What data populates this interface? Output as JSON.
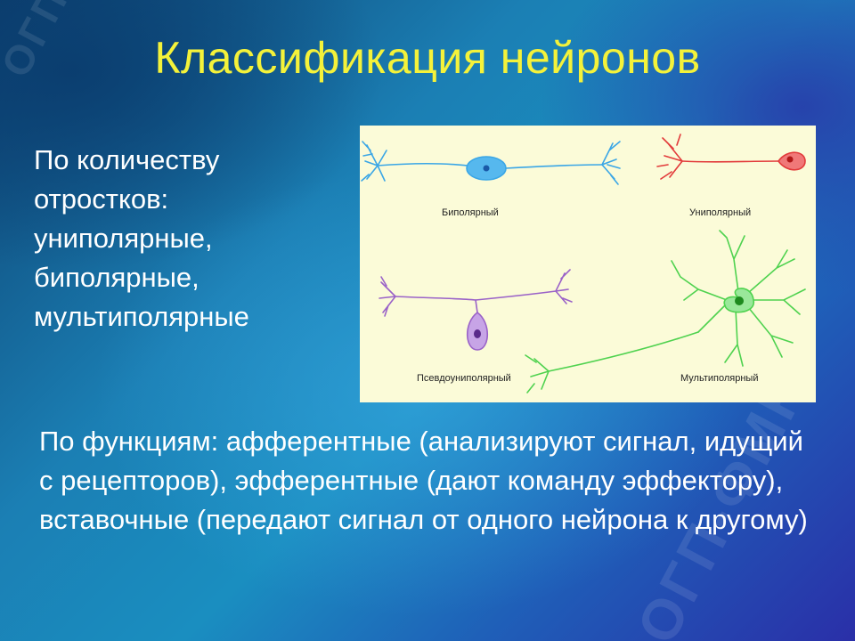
{
  "slide": {
    "title": "Классификация нейронов",
    "count_lines": [
      "По количеству",
      "отростков:",
      "униполярные,",
      "биполярные,",
      "мультиполярные"
    ],
    "function_text": "По функциям: афферентные (анализируют сигнал, идущий с рецепторов), эфферентные (дают команду эффектору), вставочные (передают сигнал от одного нейрона к другому)",
    "watermarks": [
      "ОГП-ФМК",
      "ОГП-ФМК"
    ]
  },
  "diagram": {
    "labels": {
      "bipolar": "Биполярный",
      "unipolar": "Униполярный",
      "pseudounipolar": "Псевдоуниполярный",
      "multipolar": "Мультиполярный"
    },
    "colors": {
      "bipolar": "#3aa6e6",
      "unipolar": "#e23a3a",
      "pseudounipolar": "#9a62c8",
      "multipolar": "#4fd24f",
      "background": "#fbfbd8"
    }
  }
}
